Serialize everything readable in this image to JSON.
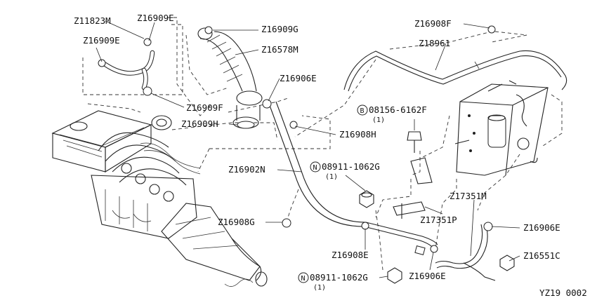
{
  "diagram_code": "YZ19 0002",
  "callouts": [
    {
      "id": "c1",
      "label": "Z11823M"
    },
    {
      "id": "c2",
      "label": "Z16909E"
    },
    {
      "id": "c3",
      "label": "Z16909E"
    },
    {
      "id": "c4",
      "label": "Z16909G"
    },
    {
      "id": "c5",
      "label": "Z16578M"
    },
    {
      "id": "c6",
      "label": "Z16906E"
    },
    {
      "id": "c7",
      "label": "Z16909F"
    },
    {
      "id": "c8",
      "label": "Z16909H"
    },
    {
      "id": "c9",
      "label": "Z16908H"
    },
    {
      "id": "c10",
      "label": "Z16908F"
    },
    {
      "id": "c11",
      "label": "Z18961"
    },
    {
      "id": "c12",
      "label": "08156-6162F",
      "prefix": "B",
      "qty": "(1)"
    },
    {
      "id": "c13",
      "label": "08911-1062G",
      "prefix": "N",
      "qty": "(1)"
    },
    {
      "id": "c14",
      "label": "Z16902N"
    },
    {
      "id": "c15",
      "label": "Z17351M"
    },
    {
      "id": "c16",
      "label": "Z17351P"
    },
    {
      "id": "c17",
      "label": "Z16908G"
    },
    {
      "id": "c18",
      "label": "Z16906E"
    },
    {
      "id": "c19",
      "label": "Z16908E"
    },
    {
      "id": "c20",
      "label": "Z16551C"
    },
    {
      "id": "c21",
      "label": "08911-1062G",
      "prefix": "N",
      "qty": "(1)"
    },
    {
      "id": "c22",
      "label": "Z16906E"
    }
  ]
}
